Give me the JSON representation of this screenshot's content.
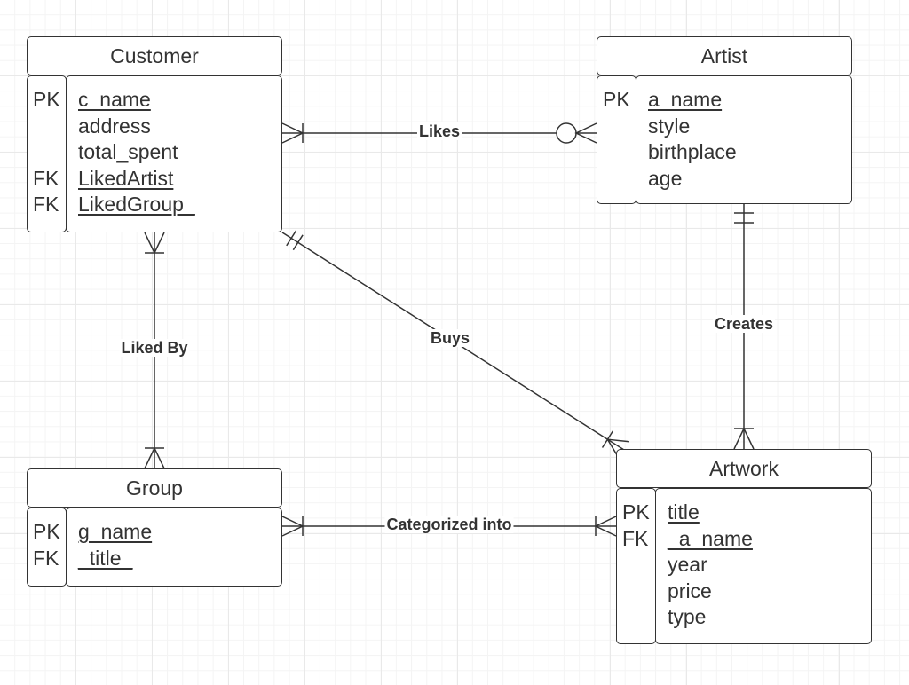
{
  "entities": {
    "customer": {
      "title": "Customer",
      "keys": [
        "PK",
        "",
        "",
        "FK",
        "FK"
      ],
      "attributes": [
        {
          "text": "c_name",
          "underline": true
        },
        {
          "text": "address",
          "underline": false
        },
        {
          "text": "total_spent",
          "underline": false
        },
        {
          "text": "LikedArtist",
          "underline": true
        },
        {
          "text": "LikedGroup_",
          "underline": true
        }
      ]
    },
    "artist": {
      "title": "Artist",
      "keys": [
        "PK",
        "",
        "",
        ""
      ],
      "attributes": [
        {
          "text": "a_name",
          "underline": true
        },
        {
          "text": "style",
          "underline": false
        },
        {
          "text": "birthplace",
          "underline": false
        },
        {
          "text": "age",
          "underline": false
        }
      ]
    },
    "group": {
      "title": "Group",
      "keys": [
        "PK",
        "FK"
      ],
      "attributes": [
        {
          "text": "g_name",
          "underline": true
        },
        {
          "text": "_title_",
          "underline": true
        }
      ]
    },
    "artwork": {
      "title": "Artwork",
      "keys": [
        "PK",
        "FK",
        "",
        "",
        ""
      ],
      "attributes": [
        {
          "text": "title",
          "underline": true
        },
        {
          "text": "_a_name",
          "underline": true
        },
        {
          "text": "year",
          "underline": false
        },
        {
          "text": "price",
          "underline": false
        },
        {
          "text": "type",
          "underline": false
        }
      ]
    }
  },
  "relationships": {
    "likes": {
      "label": "Likes",
      "from": "Customer",
      "to": "Artist",
      "from_end": "one-or-many",
      "to_end": "zero-or-many"
    },
    "liked_by": {
      "label": "Liked By",
      "from": "Customer",
      "to": "Group",
      "from_end": "one-or-many",
      "to_end": "one-or-many"
    },
    "buys": {
      "label": "Buys",
      "from": "Customer",
      "to": "Artwork",
      "from_end": "one-and-only-one",
      "to_end": "one-or-many"
    },
    "creates": {
      "label": "Creates",
      "from": "Artist",
      "to": "Artwork",
      "from_end": "one-and-only-one",
      "to_end": "one-or-many"
    },
    "categorized_into": {
      "label": "Categorized into",
      "from": "Group",
      "to": "Artwork",
      "from_end": "one-or-many",
      "to_end": "one-or-many"
    }
  },
  "colors": {
    "line": "#333333",
    "background": "#ffffff",
    "grid": "#e9e9e9"
  }
}
